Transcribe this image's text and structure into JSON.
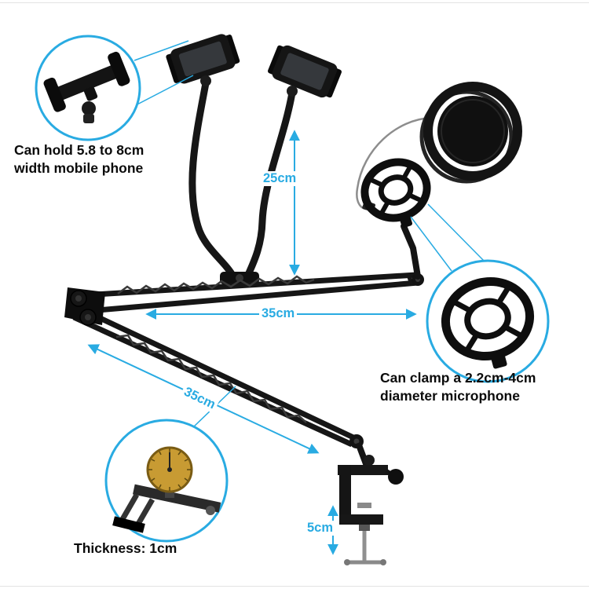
{
  "colors": {
    "accent": "#29abe2",
    "product": "#151515",
    "background": "#ffffff"
  },
  "callouts": {
    "phone": {
      "label": "Can hold 5.8 to 8cm\nwidth mobile phone"
    },
    "microphone": {
      "label": "Can clamp a 2.2cm-4cm\ndiameter microphone"
    },
    "thickness": {
      "label": "Thickness: 1cm"
    }
  },
  "measurements": {
    "gooseneck_height": "25cm",
    "upper_arm_length": "35cm",
    "lower_arm_length": "35cm",
    "clamp_height": "5cm"
  }
}
